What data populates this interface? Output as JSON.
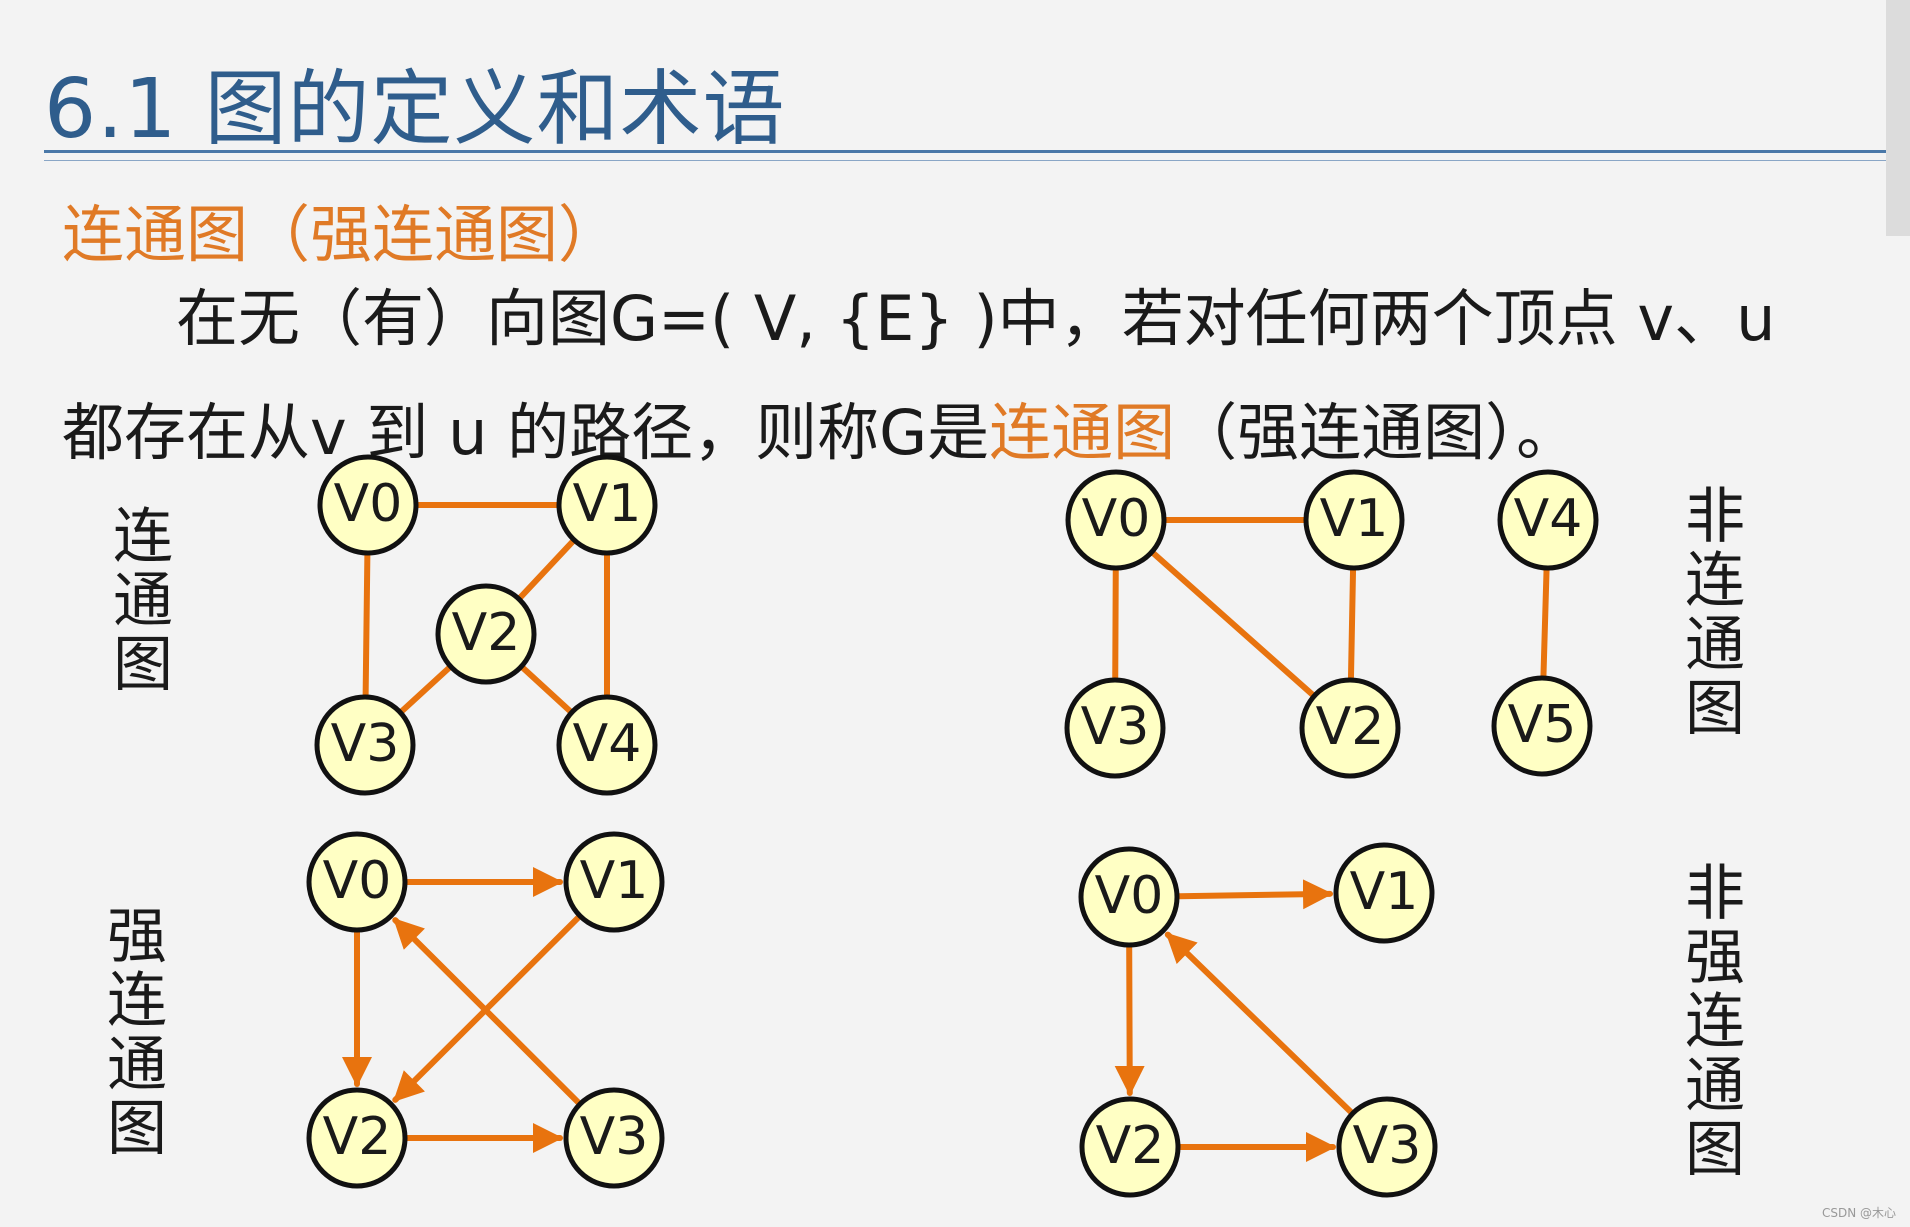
{
  "title": "6.1 图的定义和术语",
  "heading": "连通图（强连通图）",
  "definition": {
    "line1": "在无（有）向图G=( V, {E} )中，若对任何两个顶点 v、u",
    "line2_pre": "都存在从v 到 u 的路径，则称G是",
    "line2_accent": "连通图",
    "line2_post": "（强连通图）。"
  },
  "labels": {
    "connected": "连通图",
    "not_connected": "非连通图",
    "strongly_connected": "强连通图",
    "not_strongly_connected": "非强连通图"
  },
  "colors": {
    "edge": "#e8730e",
    "node_fill": "#ffffc4",
    "node_stroke": "#111111",
    "accent": "#e07a26",
    "title": "#2f5d8c"
  },
  "watermark": "CSDN @木心",
  "graphs": [
    {
      "name": "connected-graph",
      "directed": false,
      "nodes": [
        "V0",
        "V1",
        "V2",
        "V3",
        "V4"
      ],
      "edges": [
        [
          "V0",
          "V1"
        ],
        [
          "V0",
          "V3"
        ],
        [
          "V1",
          "V2"
        ],
        [
          "V1",
          "V4"
        ],
        [
          "V2",
          "V3"
        ],
        [
          "V2",
          "V4"
        ]
      ]
    },
    {
      "name": "not-connected-graph",
      "directed": false,
      "nodes": [
        "V0",
        "V1",
        "V2",
        "V3",
        "V4",
        "V5"
      ],
      "edges": [
        [
          "V0",
          "V1"
        ],
        [
          "V0",
          "V3"
        ],
        [
          "V0",
          "V2"
        ],
        [
          "V1",
          "V2"
        ],
        [
          "V4",
          "V5"
        ]
      ]
    },
    {
      "name": "strongly-connected-graph",
      "directed": true,
      "nodes": [
        "V0",
        "V1",
        "V2",
        "V3"
      ],
      "edges": [
        [
          "V0",
          "V1"
        ],
        [
          "V0",
          "V2"
        ],
        [
          "V1",
          "V2"
        ],
        [
          "V2",
          "V3"
        ],
        [
          "V3",
          "V0"
        ]
      ]
    },
    {
      "name": "not-strongly-connected-graph",
      "directed": true,
      "nodes": [
        "V0",
        "V1",
        "V2",
        "V3"
      ],
      "edges": [
        [
          "V0",
          "V1"
        ],
        [
          "V0",
          "V2"
        ],
        [
          "V2",
          "V3"
        ],
        [
          "V3",
          "V0"
        ]
      ]
    }
  ]
}
